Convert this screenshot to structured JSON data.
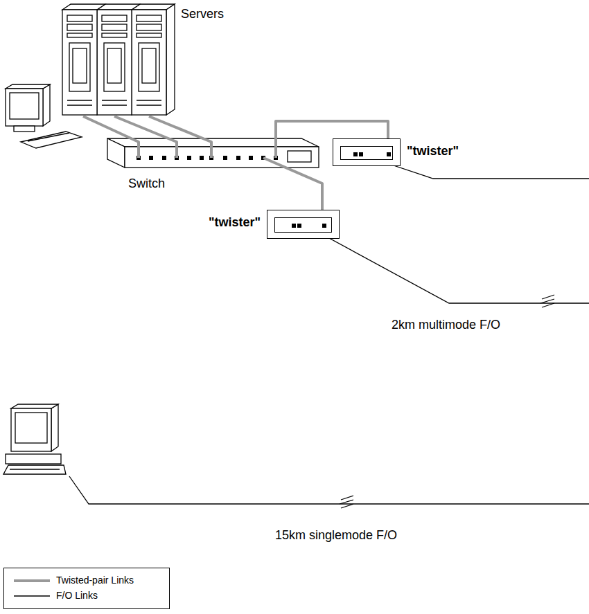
{
  "diagram": {
    "nodes": [
      {
        "text": [
          "Servers"
        ]
      },
      {
        "text": [
          "\"twister\""
        ]
      },
      {
        "text": [
          "Switch"
        ]
      },
      {
        "text": [
          "\"twister\""
        ]
      }
    ],
    "edges": [
      {
        "from": 0,
        "to": 2,
        "arrow": "none"
      },
      {
        "from": 0,
        "to": 2,
        "arrow": "none"
      },
      {
        "from": 0,
        "to": 2,
        "arrow": "none"
      },
      {
        "from": 2,
        "to": 1,
        "arrow": "none"
      },
      {
        "from": 2,
        "to": 3,
        "arrow": "none"
      }
    ],
    "labels": [
      "2km multimode F/O",
      "15km singlemode F/O"
    ],
    "legend": [
      {
        "text": "Twisted-pair Links"
      },
      {
        "text": "F/O Links"
      }
    ]
  }
}
